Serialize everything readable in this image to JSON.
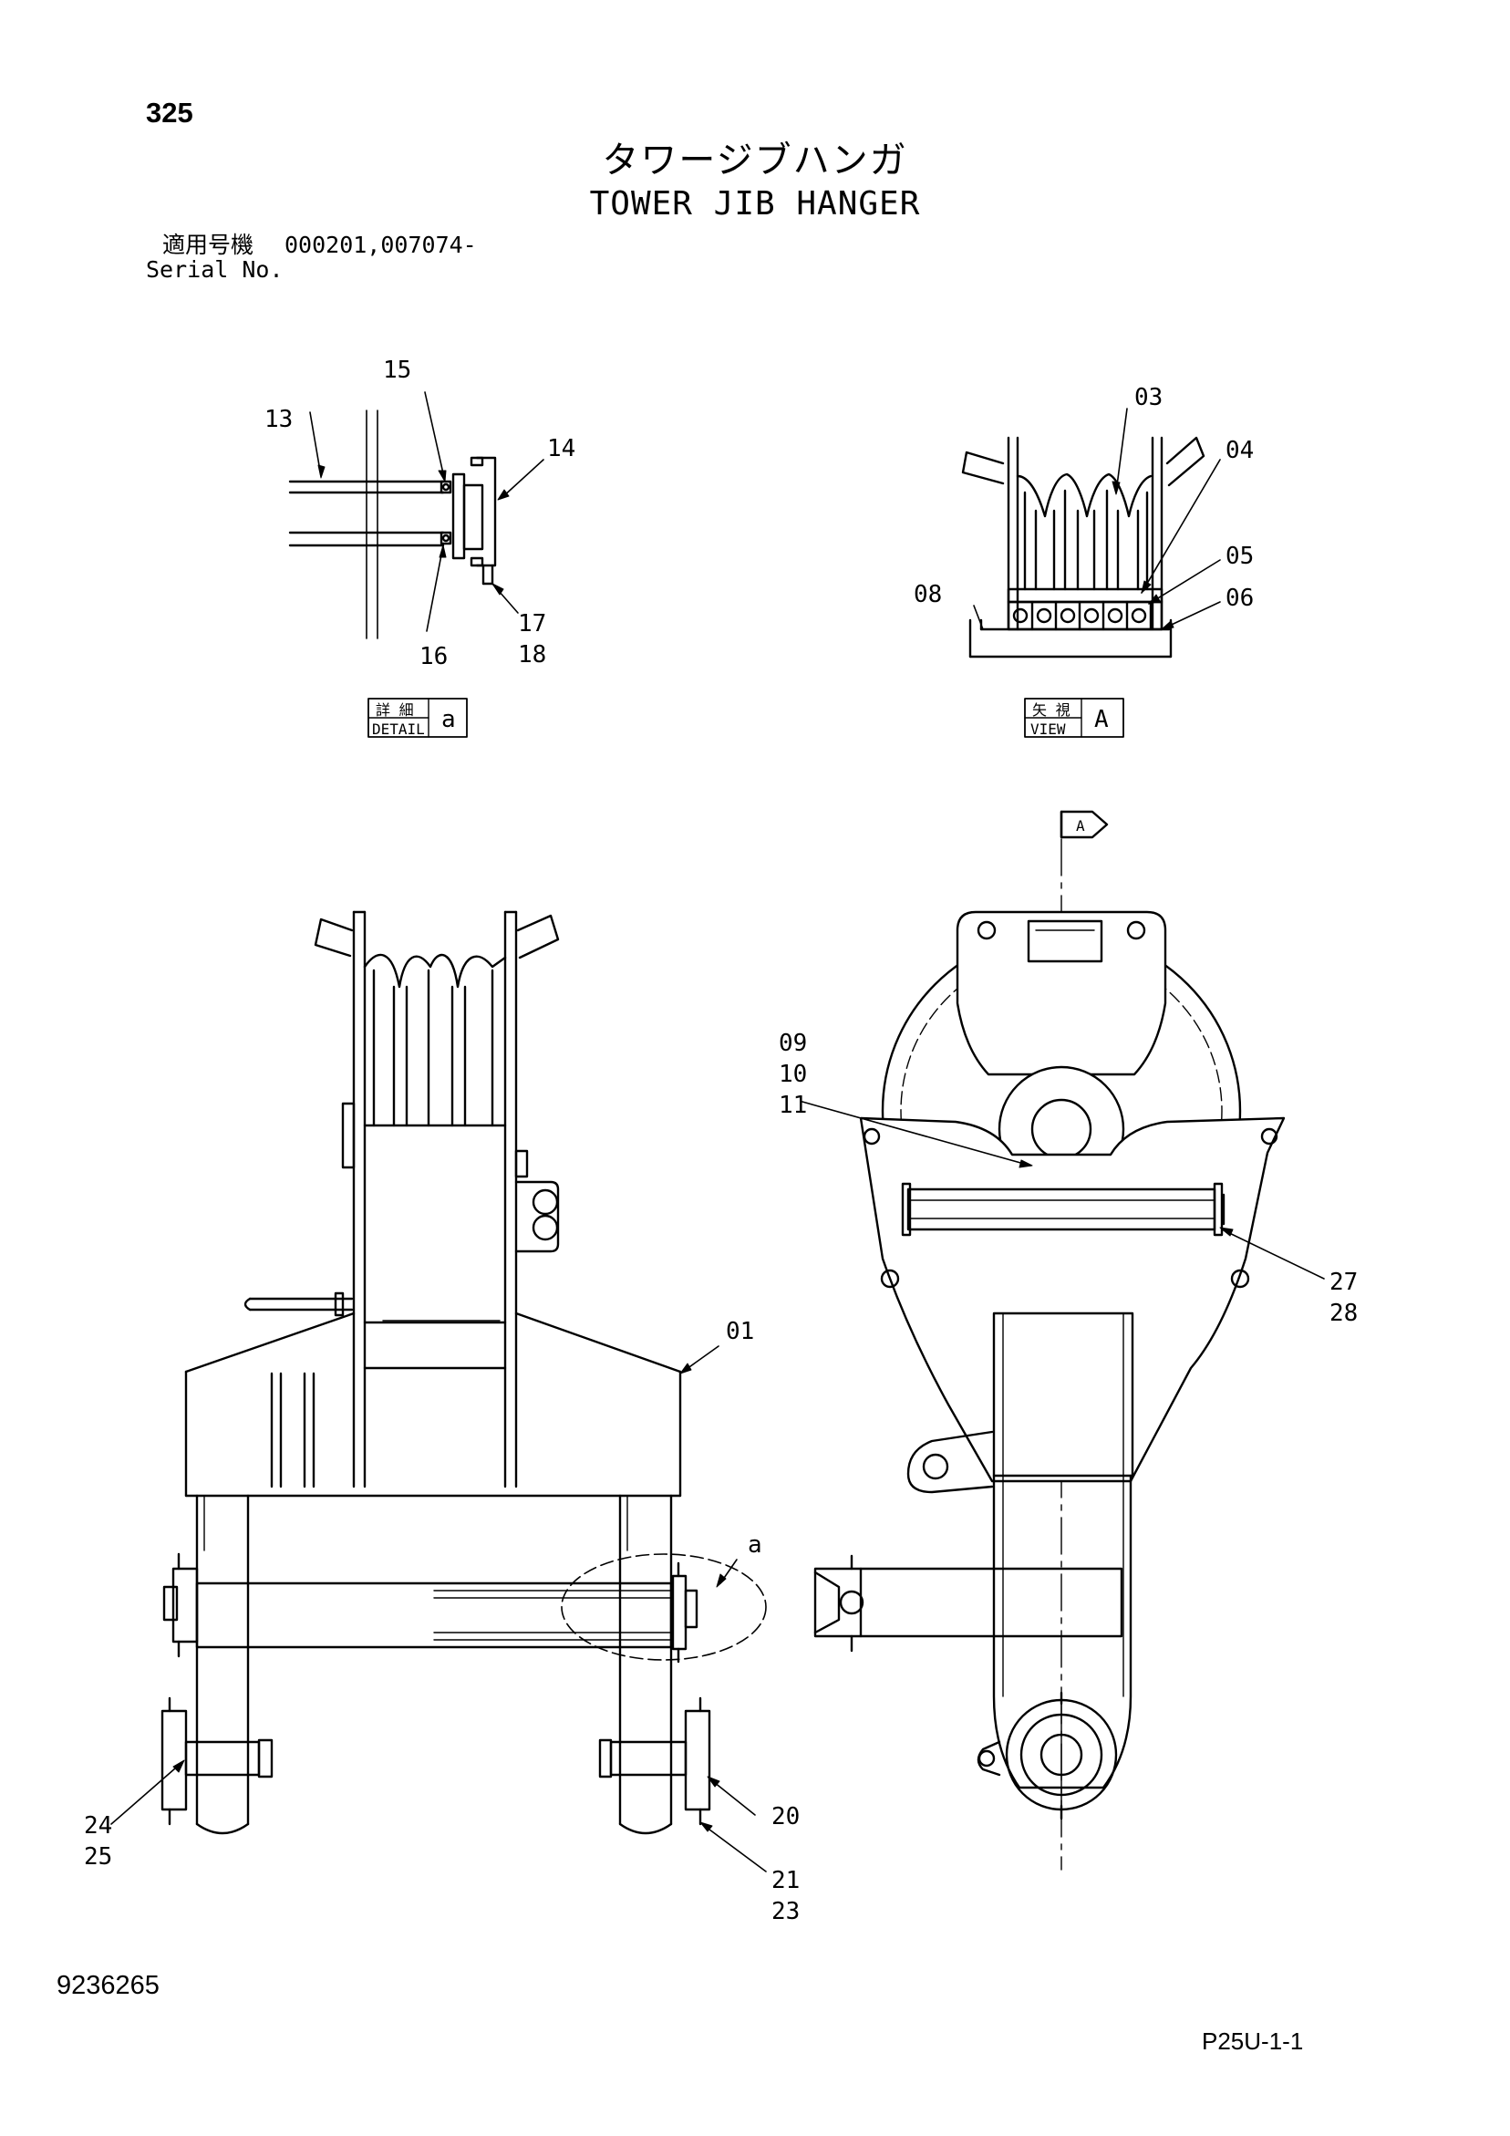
{
  "header": {
    "page_number": "325",
    "title_jp": "タワージブハンガ",
    "title_en": "TOWER JIB HANGER",
    "serial_label_jp": "適用号機",
    "serial_label_en": "Serial No.",
    "serial_values": "000201,007074-"
  },
  "detail_a": {
    "label_jp": "詳 細",
    "label_en": "DETAIL",
    "letter": "a",
    "callouts": {
      "c13": "13",
      "c15": "15",
      "c14": "14",
      "c16": "16",
      "c17": "17",
      "c18": "18"
    }
  },
  "view_a": {
    "label_jp": "矢 視",
    "label_en": "VIEW",
    "letter": "A",
    "callouts": {
      "c03": "03",
      "c04": "04",
      "c05": "05",
      "c06": "06",
      "c08": "08"
    }
  },
  "front_view": {
    "detail_marker": "a",
    "callouts": {
      "c01": "01",
      "c20": "20",
      "c21": "21",
      "c23": "23",
      "c24": "24",
      "c25": "25"
    }
  },
  "side_view": {
    "view_arrow_letter": "A",
    "callouts": {
      "c09": "09",
      "c10": "10",
      "c11": "11",
      "c27": "27",
      "c28": "28"
    }
  },
  "footer": {
    "doc_number": "9236265",
    "sheet_code": "P25U-1-1"
  }
}
